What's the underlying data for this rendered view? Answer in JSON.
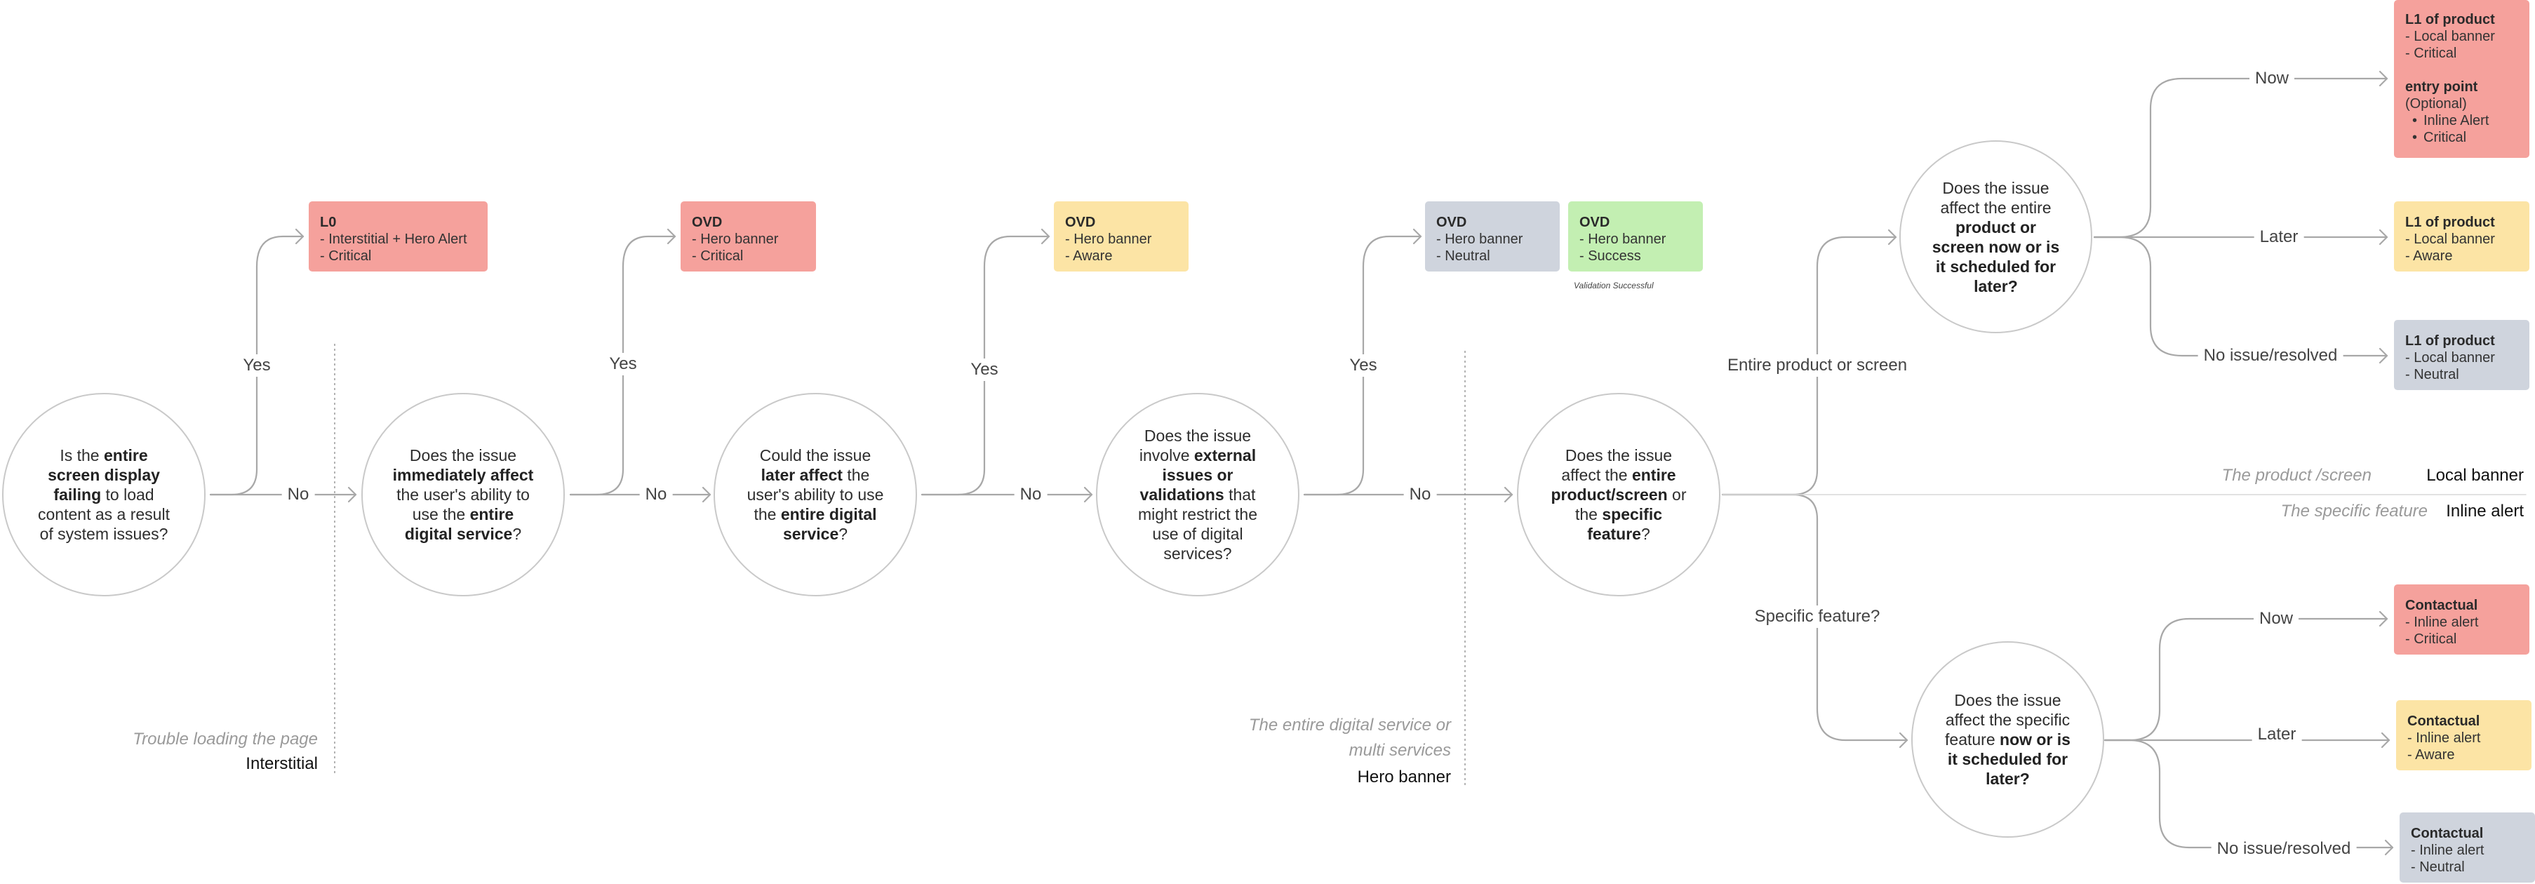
{
  "questions": {
    "q1": {
      "pre": "Is the ",
      "b1": "entire screen display failing",
      "post": " to load content as a result of system issues?"
    },
    "q2": {
      "pre": "Does the issue ",
      "b1": "immediately affect",
      "mid": " the user's ability to use the ",
      "b2": "entire digital service",
      "post": "?"
    },
    "q3": {
      "pre": "Could the issue ",
      "b1": "later affect",
      "mid": " the user's ability to use the ",
      "b2": "entire digital service",
      "post": "?"
    },
    "q4": {
      "pre": "Does the issue involve ",
      "b1": "external issues or validations",
      "post": " that might restrict the use of digital services?"
    },
    "q5": {
      "pre": "Does the issue affect the ",
      "b1": "entire product/screen",
      "mid": " or the ",
      "b2": "specific feature",
      "post": "?"
    },
    "q6": {
      "pre": "Does the issue affect the entire ",
      "b1": "product or screen now or is it scheduled for later?",
      "post": ""
    },
    "q7": {
      "pre": "Does the issue affect the specific feature ",
      "b1": "now or is it scheduled for later?",
      "post": ""
    }
  },
  "edge_labels": {
    "yes": "Yes",
    "no": "No",
    "entire_product": "Entire product or screen",
    "specific_feature": "Specific feature?",
    "now": "Now",
    "later": "Later",
    "resolved": "No issue/resolved"
  },
  "cards": {
    "l0": {
      "title": "L0",
      "lines": [
        "- Interstitial + Hero Alert",
        "- Critical"
      ],
      "color": "#f5a19c"
    },
    "ovd_critical": {
      "title": "OVD",
      "lines": [
        "- Hero banner",
        "- Critical"
      ],
      "color": "#f5a19c"
    },
    "ovd_aware": {
      "title": "OVD",
      "lines": [
        "- Hero banner",
        "- Aware"
      ],
      "color": "#fce4a5"
    },
    "ovd_neutral": {
      "title": "OVD",
      "lines": [
        "- Hero banner",
        "- Neutral"
      ],
      "color": "#cfd4dd"
    },
    "ovd_success": {
      "title": "OVD",
      "lines": [
        "- Hero banner",
        "- Success"
      ],
      "color": "#c3efb2",
      "note": "Validation Successful"
    },
    "l1_now": {
      "title": "L1 of product",
      "lines": [
        "- Local banner",
        "- Critical"
      ],
      "title2": "entry point",
      "sub": "(Optional)",
      "bullets": [
        "Inline Alert",
        "Critical"
      ],
      "color": "#f5a19c"
    },
    "l1_later": {
      "title": "L1 of product",
      "lines": [
        "- Local banner",
        "- Aware"
      ],
      "color": "#fce4a5"
    },
    "l1_resolved": {
      "title": "L1 of product",
      "lines": [
        "- Local banner",
        "- Neutral"
      ],
      "color": "#cfd4dd"
    },
    "ct_now": {
      "title": "Contactual",
      "lines": [
        "- Inline alert",
        "- Critical"
      ],
      "color": "#f5a19c"
    },
    "ct_later": {
      "title": "Contactual",
      "lines": [
        "- Inline alert",
        "- Aware"
      ],
      "color": "#fce4a5"
    },
    "ct_resolved": {
      "title": "Contactual",
      "lines": [
        "- Inline alert",
        "- Neutral"
      ],
      "color": "#cfd4dd"
    }
  },
  "captions": {
    "interstitial": {
      "italic": "Trouble loading the page",
      "bold": "Interstitial"
    },
    "hero": {
      "italic_line1": "The entire digital service or",
      "italic_line2": "multi services",
      "bold": "Hero banner"
    },
    "local": {
      "italic": "The product /screen",
      "bold": "Local banner"
    },
    "inline": {
      "italic": "The specific feature",
      "bold": "Inline alert"
    }
  },
  "colors": {
    "connector": "#a8a8a8",
    "critical": "#f5a19c",
    "aware": "#fce4a5",
    "neutral": "#cfd4dd",
    "success": "#c3efb2"
  }
}
